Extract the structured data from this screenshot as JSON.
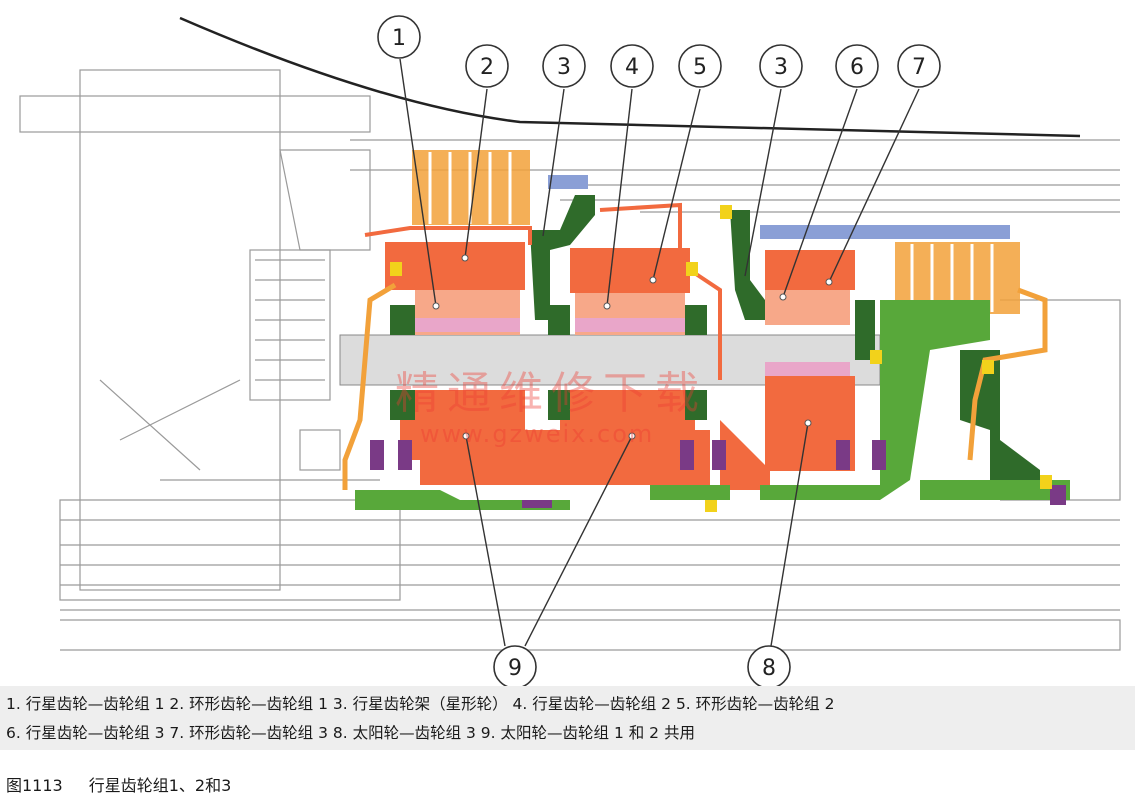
{
  "callouts": [
    "1",
    "2",
    "3",
    "4",
    "5",
    "3",
    "6",
    "7",
    "9",
    "8"
  ],
  "watermark": {
    "text": "精通维修下载",
    "url": "www.gzweix.com"
  },
  "legend": {
    "line1": "1. 行星齿轮—齿轮组 1  2. 环形齿轮—齿轮组 1  3. 行星齿轮架（星形轮） 4. 行星齿轮—齿轮组 2  5. 环形齿轮—齿轮组 2",
    "line2": "6. 行星齿轮—齿轮组 3  7. 环形齿轮—齿轮组 3  8. 太阳轮—齿轮组 3  9. 太阳轮—齿轮组 1 和 2 共用"
  },
  "caption": {
    "figure_no": "图1113",
    "title": "行星齿轮组1、2和3"
  },
  "colors": {
    "orange": "#f26a3f",
    "light_orange": "#f7a889",
    "green": "#58a83a",
    "dark_green": "#2f6b2a",
    "purple": "#7a3a86",
    "yellow": "#f2d21b",
    "blue": "#8a9fd6",
    "amber": "#f2a13a",
    "pink": "#e9a6c9"
  }
}
